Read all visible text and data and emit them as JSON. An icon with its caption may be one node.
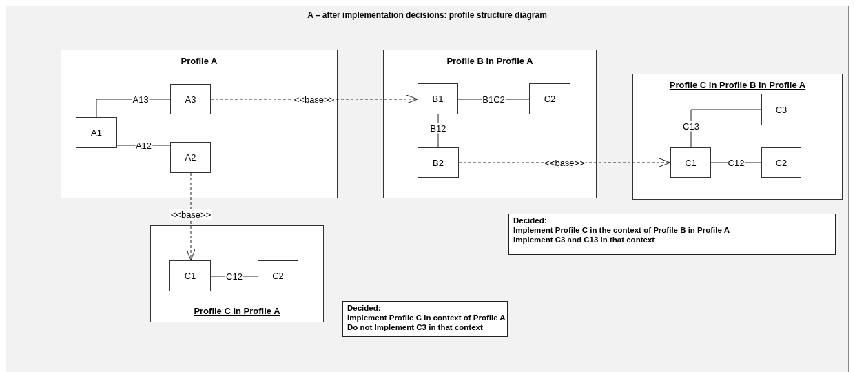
{
  "diagram": {
    "title": "A – after implementation decisions: profile structure diagram",
    "nodes": [
      {
        "text": [
          "Profile A"
        ]
      },
      {
        "text": [
          "A1"
        ],
        "in": 0
      },
      {
        "text": [
          "A3"
        ],
        "in": 0
      },
      {
        "text": [
          "A2"
        ],
        "in": 0
      },
      {
        "text": [
          "Profile B in Profile A"
        ]
      },
      {
        "text": [
          "B1"
        ],
        "in": 4
      },
      {
        "text": [
          "C2"
        ],
        "in": 4
      },
      {
        "text": [
          "B2"
        ],
        "in": 4
      },
      {
        "text": [
          "Profile C in Profile B in Profile A"
        ]
      },
      {
        "text": [
          "C3"
        ],
        "in": 8
      },
      {
        "text": [
          "C1"
        ],
        "in": 8
      },
      {
        "text": [
          "C2"
        ],
        "in": 8
      },
      {
        "text": [
          "Profile C in Profile A"
        ]
      },
      {
        "text": [
          "C1"
        ],
        "in": 12
      },
      {
        "text": [
          "C2"
        ],
        "in": 12
      },
      {
        "text": [
          "Decided:",
          "Implement Profile C in the context of Profile B in Profile A",
          "Implement C3 and C13 in that context"
        ]
      },
      {
        "text": [
          "Decided:",
          "Implement Profile C in context of Profile A",
          "Do not Implement C3 in that context"
        ]
      }
    ],
    "edges": [
      {
        "from": 1,
        "to": 2,
        "arrow": "none",
        "label": "A13"
      },
      {
        "from": 1,
        "to": 3,
        "arrow": "none",
        "label": "A12"
      },
      {
        "from": 2,
        "to": 5,
        "arrow": "to",
        "label": "<<base>>",
        "style": "dashed"
      },
      {
        "from": 3,
        "to": 13,
        "arrow": "to",
        "label": "<<base>>",
        "style": "dashed"
      },
      {
        "from": 5,
        "to": 6,
        "arrow": "none",
        "label": "B1C2"
      },
      {
        "from": 5,
        "to": 7,
        "arrow": "none",
        "label": "B12"
      },
      {
        "from": 7,
        "to": 10,
        "arrow": "to",
        "label": "<<base>>",
        "style": "dashed"
      },
      {
        "from": 10,
        "to": 9,
        "arrow": "none",
        "label": "C13"
      },
      {
        "from": 10,
        "to": 11,
        "arrow": "none",
        "label": "C12"
      },
      {
        "from": 13,
        "to": 14,
        "arrow": "none",
        "label": "C12"
      }
    ]
  }
}
